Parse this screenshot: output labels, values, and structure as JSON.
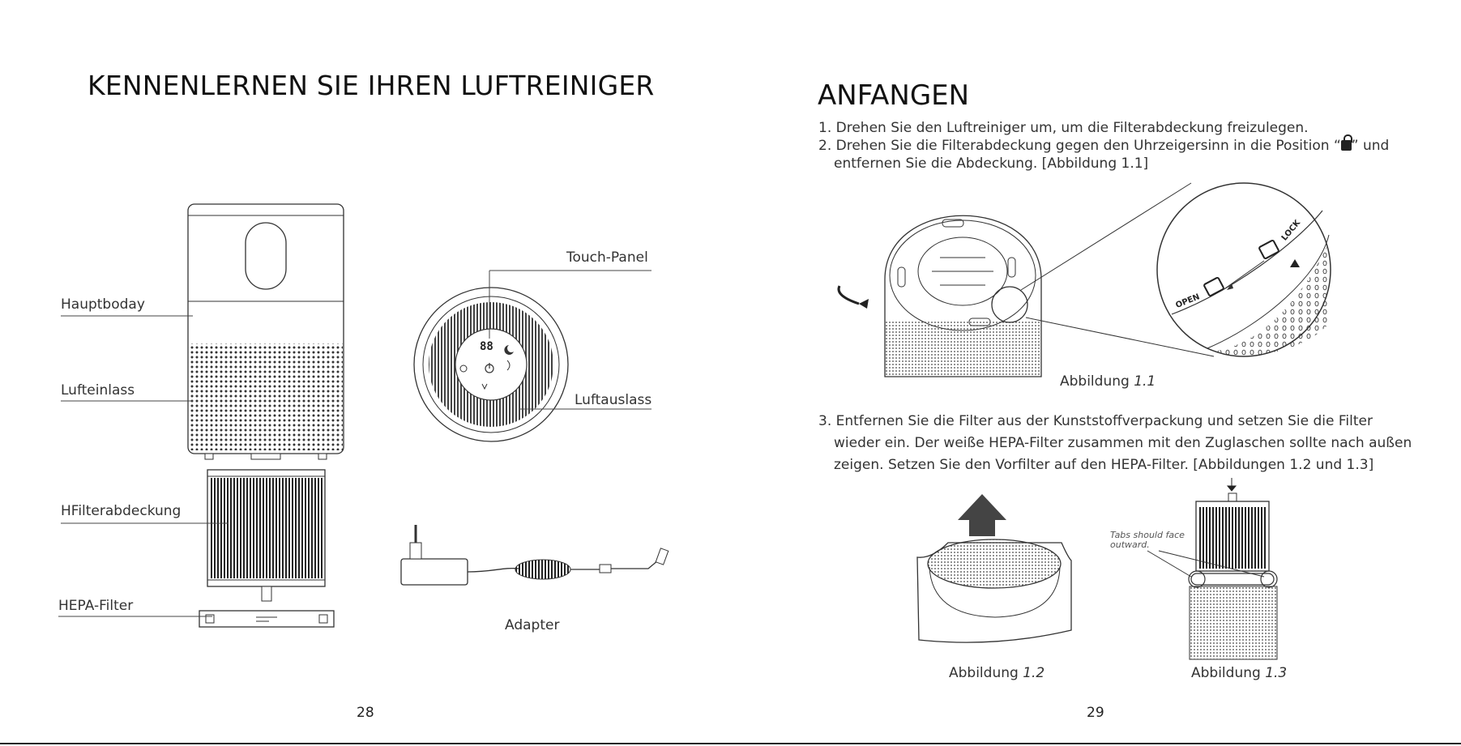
{
  "left_page": {
    "title": "KENNENLERNEN SIE IHREN LUFTREINIGER",
    "labels": {
      "main_body": "Hauptboday",
      "air_inlet": "Lufteinlass",
      "filter_cover": "HFilterabdeckung",
      "hepa_filter": "HEPA-Filter",
      "touch_panel": "Touch-Panel",
      "air_outlet": "Luftauslass",
      "adapter": "Adapter"
    },
    "panel_display": "88",
    "page_number": "28"
  },
  "right_page": {
    "title": "ANFANGEN",
    "steps": {
      "s1": "1. Drehen Sie den Luftreiniger um, um die Filterabdeckung freizulegen.",
      "s2a_before": "2. Drehen Sie die Filterabdeckung gegen den Uhrzeigersinn in die Position “",
      "s2a_after": "”  und",
      "s2b": "entfernen Sie die Abdeckung. [Abbildung 1.1]",
      "s3a": "3. Entfernen Sie die Filter aus der Kunststoffverpackung und setzen Sie die Filter",
      "s3b": "wieder ein. Der weiße HEPA-Filter zusammen mit den Zuglaschen sollte nach außen",
      "s3c": "zeigen. Setzen Sie den Vorfilter auf den HEPA-Filter. [Abbildungen 1.2 und 1.3]"
    },
    "figure_1_1": {
      "caption_word": "Abbildung",
      "caption_num": "1.1",
      "open_label": "OPEN",
      "lock_label": "LOCK"
    },
    "figure_1_2": {
      "caption_word": "Abbildung",
      "caption_num": "1.2"
    },
    "figure_1_3": {
      "caption_word": "Abbildung",
      "caption_num": "1.3",
      "note_line1": "Tabs should face",
      "note_line2": "outward."
    },
    "page_number": "29"
  },
  "colors": {
    "ink": "#222222",
    "line": "#444444",
    "paper": "#ffffff",
    "footer_rule": "#222222"
  }
}
